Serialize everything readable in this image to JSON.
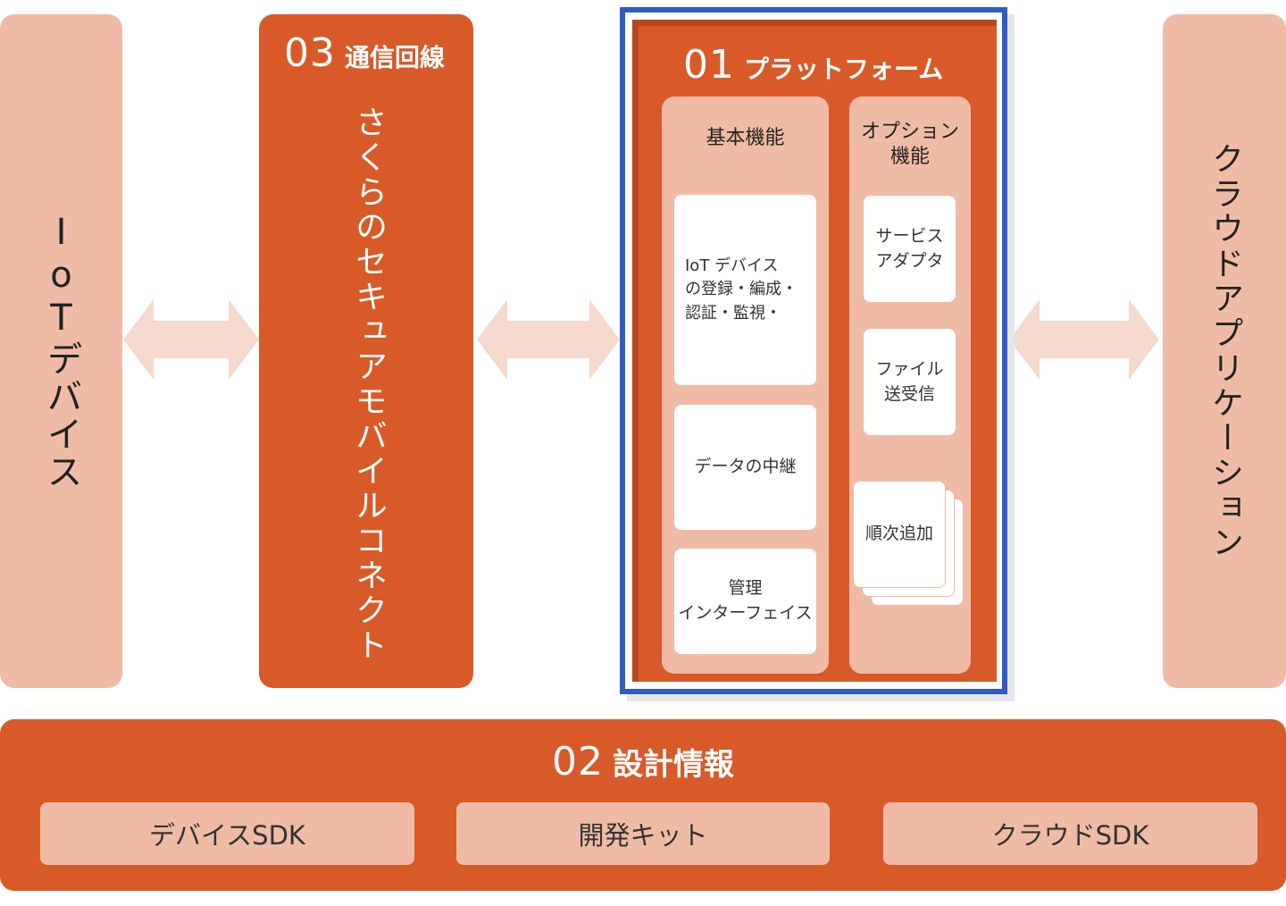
{
  "iot_device": {
    "label": "IoTデバイス"
  },
  "line": {
    "number": "03",
    "title": "通信回線",
    "service": "さくらのセキュアモバイルコネクト"
  },
  "platform": {
    "number": "01",
    "title": "プラットフォーム",
    "basic": {
      "title": "基本機能",
      "cards": [
        "IoT デバイス\nの登録・編成・\n認証・監視・",
        "データの中継",
        "管理\nインターフェイス"
      ]
    },
    "option": {
      "title": "オプション\n機能",
      "cards": [
        "サービス\nアダプタ",
        "ファイル\n送受信",
        "順次追加"
      ]
    }
  },
  "cloud_app": {
    "label": "クラウドアプリケーション"
  },
  "design": {
    "number": "02",
    "title": "設計情報",
    "items": [
      "デバイスSDK",
      "開発キット",
      "クラウドSDK"
    ]
  },
  "colors": {
    "accent": "#d75a28",
    "pale": "#f0bba6",
    "arrow": "#f6d9cd",
    "highlight": "#2f5cbf"
  }
}
